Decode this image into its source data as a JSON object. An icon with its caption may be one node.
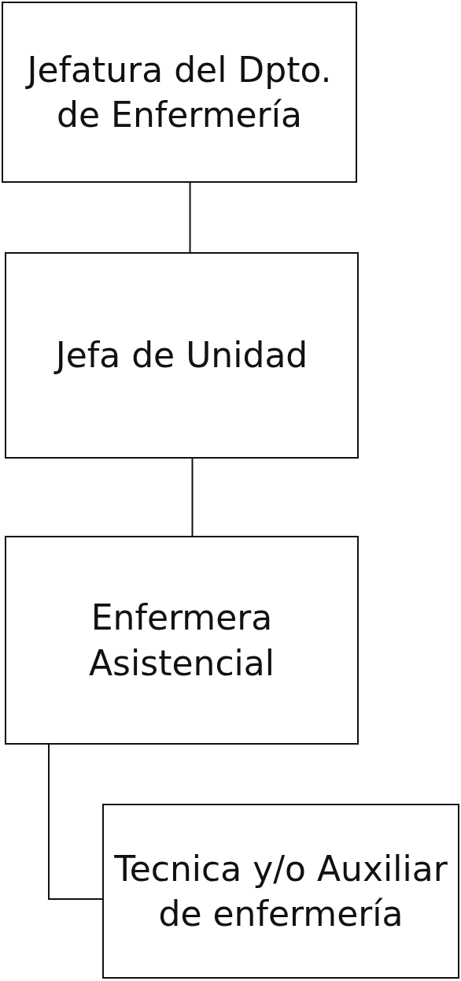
{
  "diagram": {
    "nodes": [
      {
        "text": [
          "Jefatura del Dpto. de Enfermería"
        ]
      },
      {
        "text": [
          "Jefa de Unidad"
        ]
      },
      {
        "text": [
          "Enfermera Asistencial"
        ]
      },
      {
        "text": [
          "Tecnica y/o Auxiliar de enfermería"
        ]
      }
    ],
    "edges": [
      {
        "from": 0,
        "to": 1,
        "arrow": "none"
      },
      {
        "from": 1,
        "to": 2,
        "arrow": "none"
      },
      {
        "from": 2,
        "to": 3,
        "arrow": "none"
      }
    ]
  }
}
